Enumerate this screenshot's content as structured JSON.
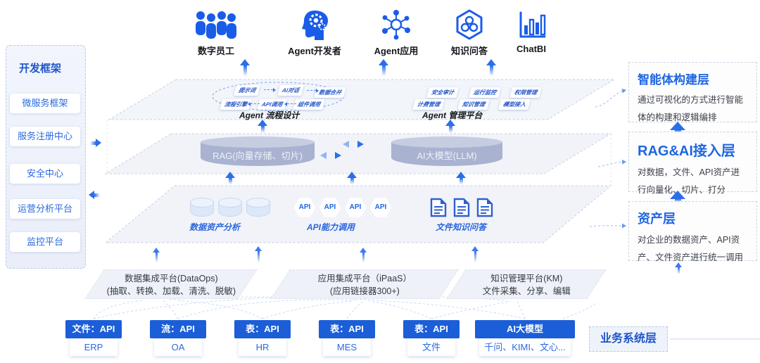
{
  "header_icons": [
    {
      "name": "digital-staff",
      "label": "数字员工"
    },
    {
      "name": "agent-developer",
      "label": "Agent开发者"
    },
    {
      "name": "agent-app",
      "label": "Agent应用"
    },
    {
      "name": "knowledge-qa",
      "label": "知识问答"
    },
    {
      "name": "chatbi",
      "label": "ChatBI"
    }
  ],
  "sidebar": {
    "title": "开发框架",
    "items": [
      "微服务框架",
      "服务注册中心",
      "安全中心",
      "运营分析平台",
      "监控平台"
    ]
  },
  "agent_design": {
    "label": "Agent 流程设计",
    "pills": [
      "提示词",
      "AI对话",
      "数据合并",
      "流程引擎",
      "API调用",
      "组件调用"
    ]
  },
  "agent_manage": {
    "label": "Agent 管理平台",
    "pills": [
      "安全审计",
      "运行监控",
      "权限管理",
      "计费管理",
      "知识管理",
      "模型接入"
    ]
  },
  "engines": {
    "rag": "RAG(向量存储、切片)",
    "llm": "AI大模型(LLM)"
  },
  "capabilities": {
    "data": "数据资产分析",
    "api": "API能力调用",
    "api_badge": "API",
    "doc": "文件知识问答"
  },
  "platforms": [
    {
      "line1": "数据集成平台(DataOps)",
      "line2": "(抽取、转换、加载、清洗、脱敏)"
    },
    {
      "line1": "应用集成平台（iPaaS）",
      "line2": "(应用链接器300+)"
    },
    {
      "line1": "知识管理平台(KM)",
      "line2": "文件采集、分享、编辑"
    }
  ],
  "systems": [
    {
      "type": "文件：API",
      "name": "ERP"
    },
    {
      "type": "流：API",
      "name": "OA"
    },
    {
      "type": "表：API",
      "name": "HR"
    },
    {
      "type": "表：API",
      "name": "MES"
    },
    {
      "type": "表：API",
      "name": "文件"
    },
    {
      "type": "AI大模型",
      "name": "千问、KIMI、文心..."
    }
  ],
  "business_layer_label": "业务系统层",
  "right_panels": [
    {
      "title": "智能体构建层",
      "desc": "通过可视化的方式进行智能体的构建和逻辑编排"
    },
    {
      "title": "RAG&AI接入层",
      "desc": "对数据，文件、API资产进行向量化、切片、打分"
    },
    {
      "title": "资产层",
      "desc": "对企业的数据资产、API资产、文件资产进行统一调用"
    }
  ],
  "colors": {
    "primary": "#1b5fe0",
    "icon_blue": "#1a5ce8",
    "cylinder": "#a9b2d0",
    "header_box": "#1b5ed8"
  }
}
